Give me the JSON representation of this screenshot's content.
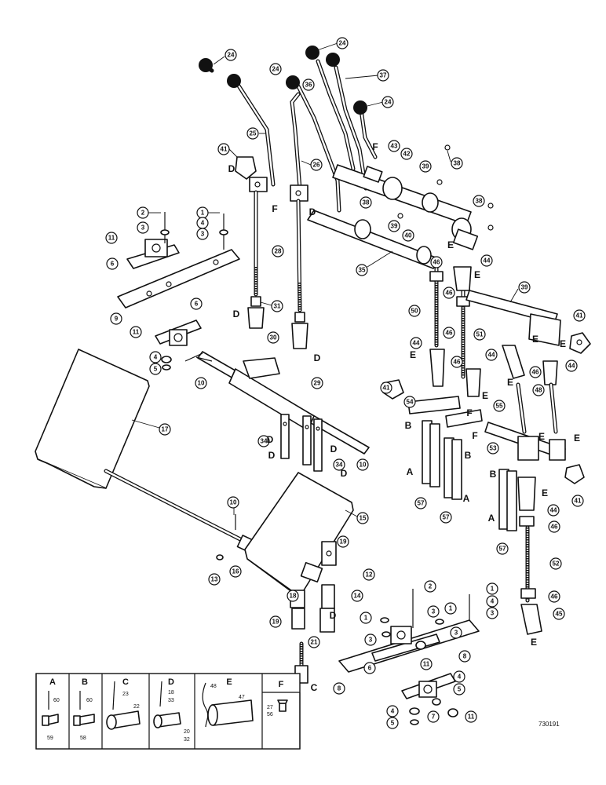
{
  "drawing_number": "730191",
  "callouts": {
    "c1": "1",
    "c2": "2",
    "c3": "3",
    "c4": "4",
    "c5": "5",
    "c6": "6",
    "c7": "7",
    "c8": "8",
    "c9": "9",
    "c10": "10",
    "c11": "11",
    "c12": "12",
    "c13": "13",
    "c14": "14",
    "c15": "15",
    "c16": "16",
    "c17": "17",
    "c18": "18",
    "c19": "19",
    "c20": "20",
    "c21": "21",
    "c24": "24",
    "c25": "25",
    "c26": "26",
    "c28": "28",
    "c29": "29",
    "c30": "30",
    "c31": "31",
    "c34": "34",
    "c35": "35",
    "c36": "36",
    "c37": "37",
    "c38": "38",
    "c39": "39",
    "c40": "40",
    "c41": "41",
    "c42": "42",
    "c43": "43",
    "c44": "44",
    "c45": "45",
    "c46": "46",
    "c48": "48",
    "c50": "50",
    "c51": "51",
    "c52": "52",
    "c53": "53",
    "c54": "54",
    "c55": "55",
    "c57": "57"
  },
  "letters": {
    "A": "A",
    "B": "B",
    "C": "C",
    "D": "D",
    "E": "E",
    "F": "F"
  },
  "legend": {
    "A": {
      "head": "A",
      "n1": "60",
      "n2": "59"
    },
    "B": {
      "head": "B",
      "n1": "60",
      "n2": "58"
    },
    "C": {
      "head": "C",
      "n1": "23",
      "n2": "22"
    },
    "D": {
      "head": "D",
      "n1": "18",
      "n2": "33",
      "n3": "20",
      "n4": "32"
    },
    "E": {
      "head": "E",
      "n1": "48",
      "n2": "47"
    },
    "F": {
      "head": "F",
      "n1": "27",
      "n2": "56"
    }
  }
}
